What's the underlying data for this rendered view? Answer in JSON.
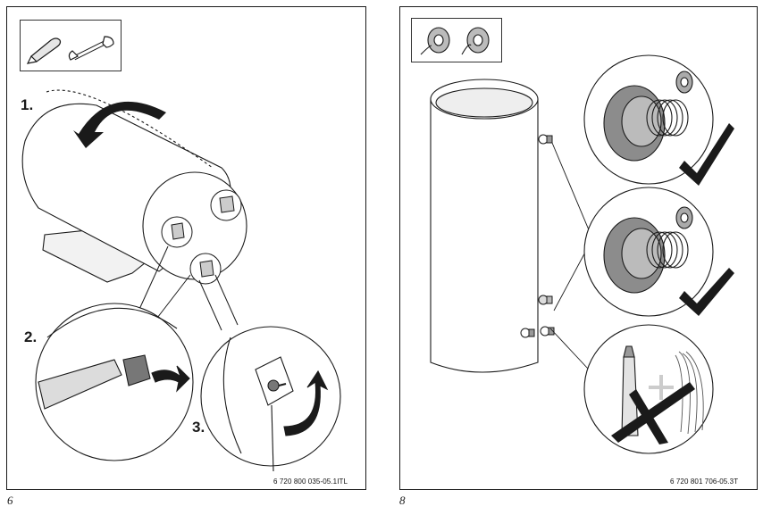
{
  "left_panel": {
    "steps": [
      "1.",
      "2.",
      "3."
    ],
    "reference_code": "6 720 800 035-05.1ITL",
    "tool_icons": [
      "screwdriver-icon",
      "wrench-icon"
    ],
    "page_number": "6"
  },
  "right_panel": {
    "reference_code": "6 720 801 706-05.3T",
    "tool_icons": [
      "sealing-tape-roll-icon",
      "sealing-tape-roll-icon"
    ],
    "details": [
      "thread-sealed-ok",
      "thread-sealed-ok",
      "sealant-and-hemp-not-allowed"
    ],
    "page_number": "8"
  },
  "colors": {
    "line": "#1a1a1a",
    "shade": "#8c8c8c",
    "light": "#d9d9d9"
  }
}
